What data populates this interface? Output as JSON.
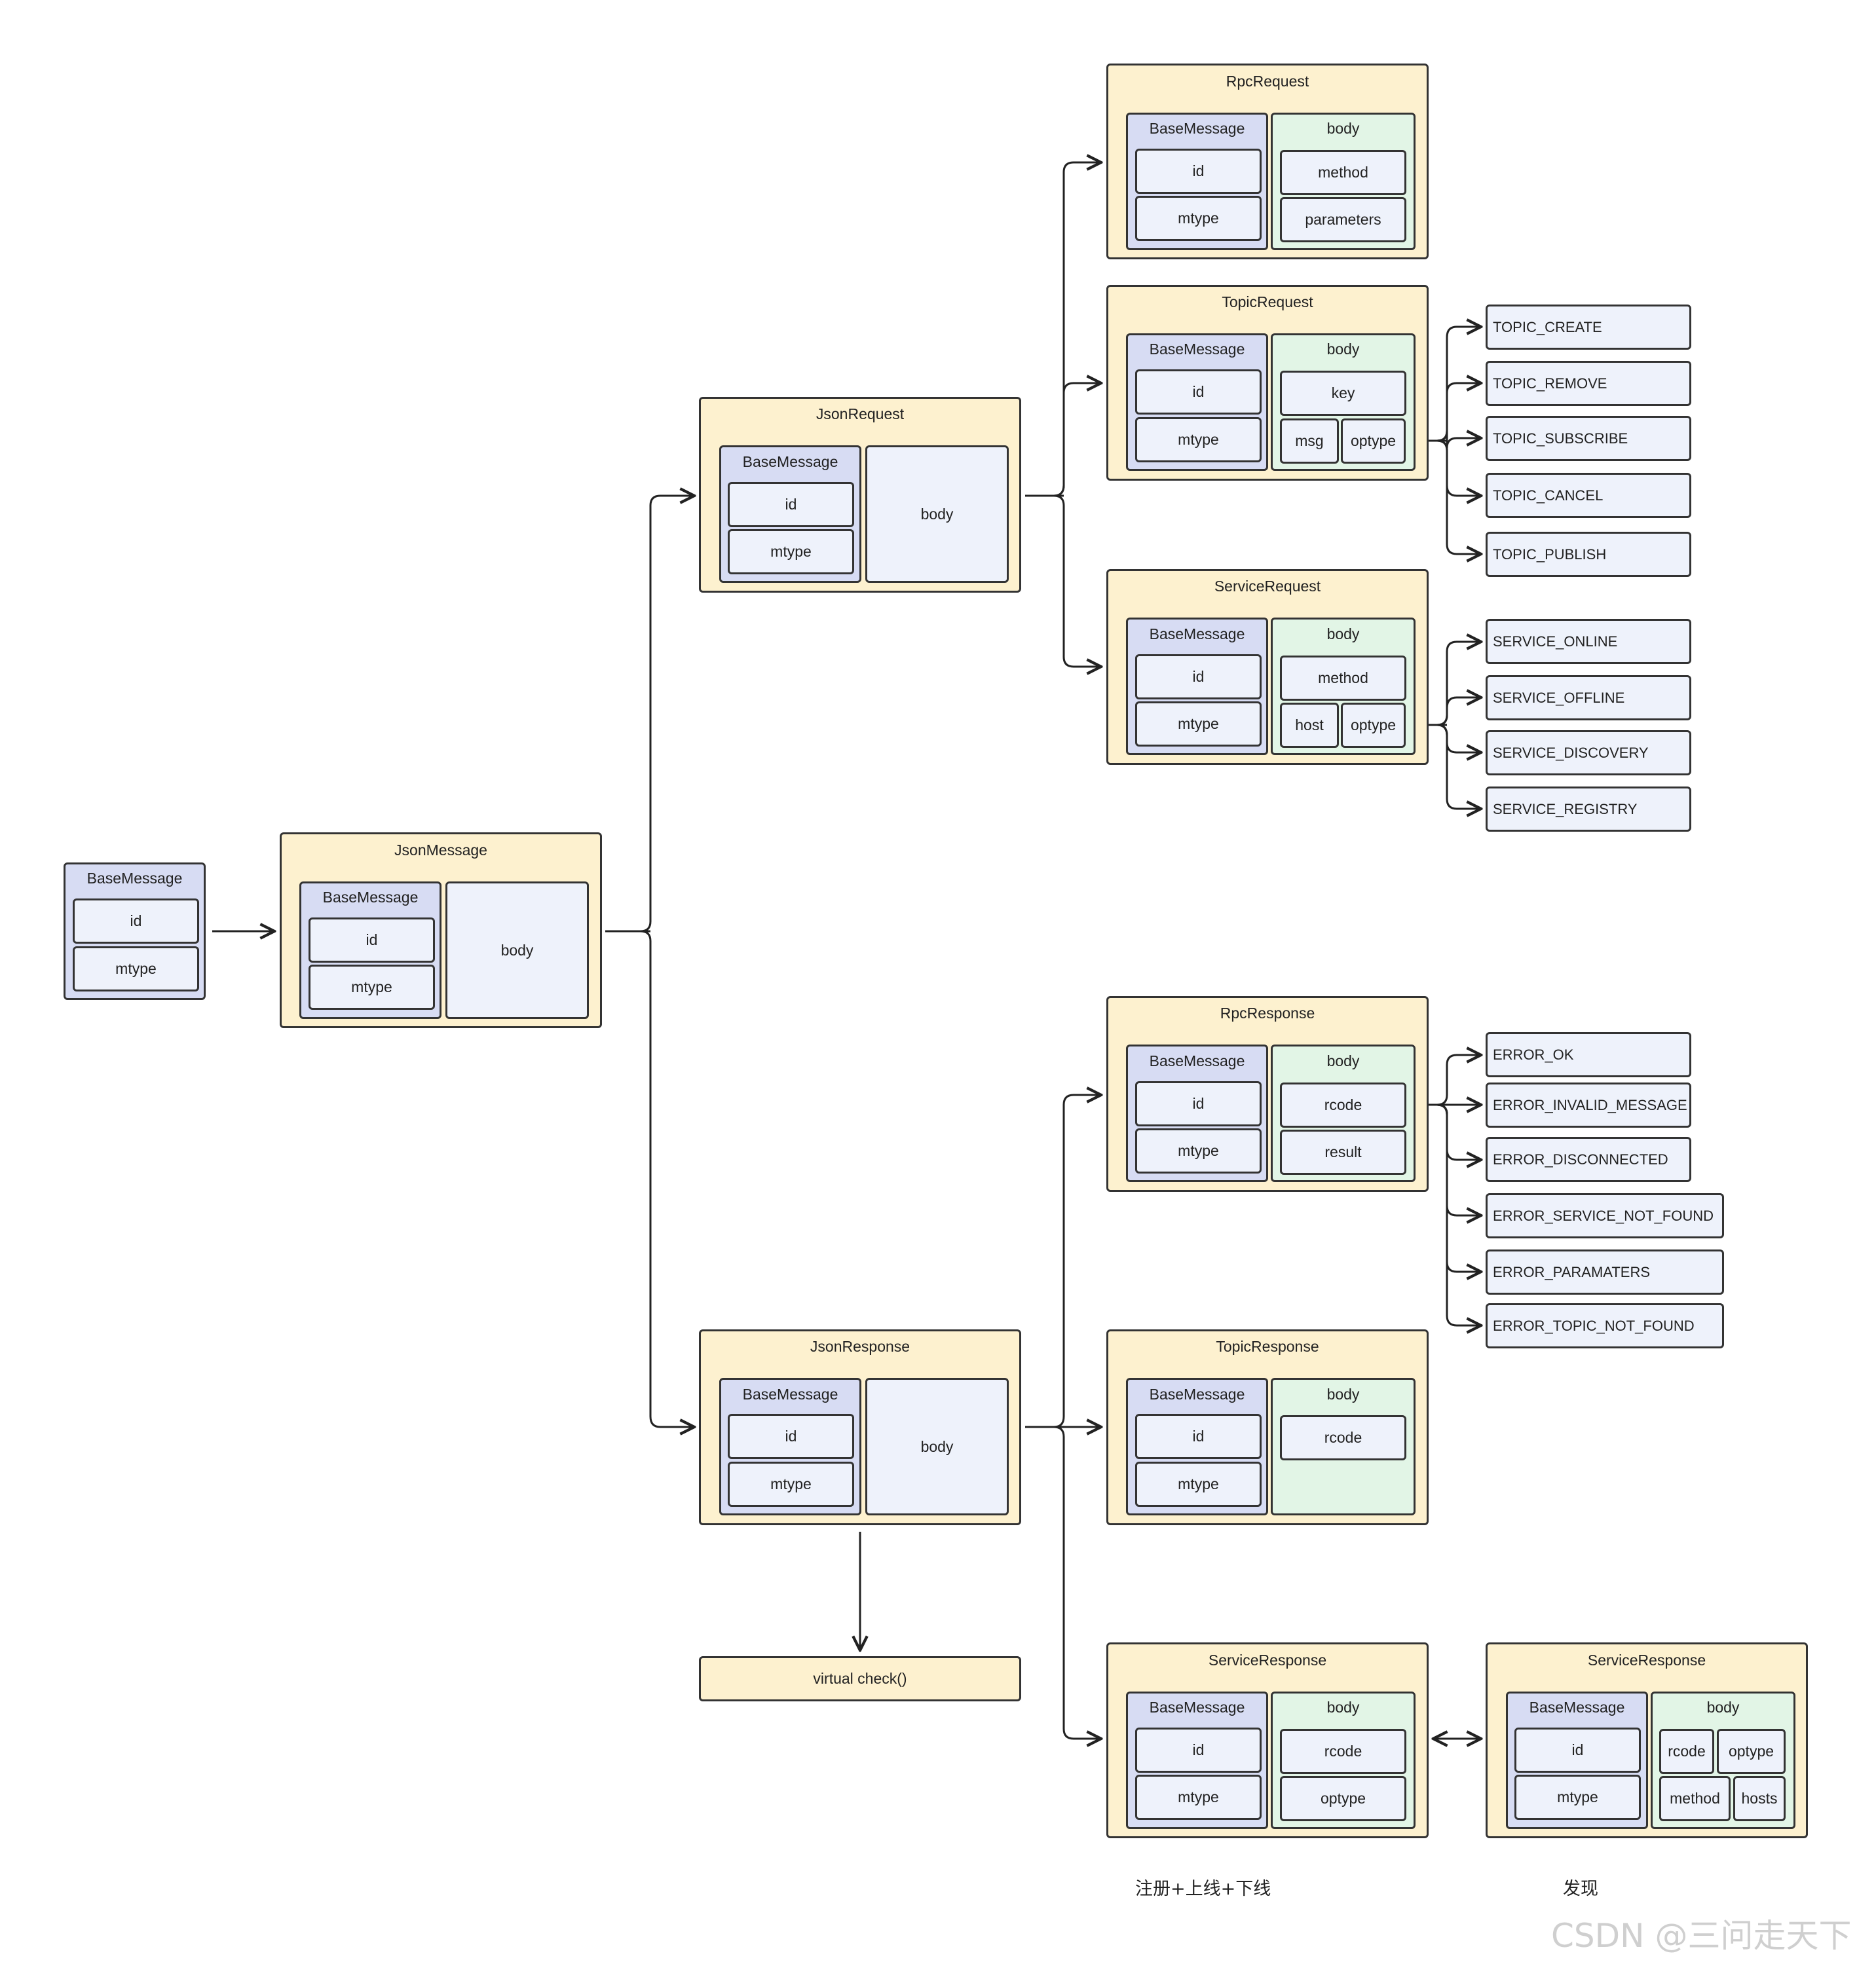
{
  "base_message": {
    "title": "BaseMessage",
    "id": "id",
    "mtype": "mtype"
  },
  "json_message": {
    "title": "JsonMessage",
    "base": "BaseMessage",
    "id": "id",
    "mtype": "mtype",
    "body": "body"
  },
  "json_request": {
    "title": "JsonRequest",
    "base": "BaseMessage",
    "id": "id",
    "mtype": "mtype",
    "body": "body"
  },
  "json_response": {
    "title": "JsonResponse",
    "base": "BaseMessage",
    "id": "id",
    "mtype": "mtype",
    "body": "body"
  },
  "virtual_check": "virtual check()",
  "rpc_request": {
    "title": "RpcRequest",
    "base": "BaseMessage",
    "id": "id",
    "mtype": "mtype",
    "body": "body",
    "f1": "method",
    "f2": "parameters"
  },
  "topic_request": {
    "title": "TopicRequest",
    "base": "BaseMessage",
    "id": "id",
    "mtype": "mtype",
    "body": "body",
    "f1": "key",
    "f2": "msg",
    "f3": "optype"
  },
  "service_request": {
    "title": "ServiceRequest",
    "base": "BaseMessage",
    "id": "id",
    "mtype": "mtype",
    "body": "body",
    "f1": "method",
    "f2": "host",
    "f3": "optype"
  },
  "rpc_response": {
    "title": "RpcResponse",
    "base": "BaseMessage",
    "id": "id",
    "mtype": "mtype",
    "body": "body",
    "f1": "rcode",
    "f2": "result"
  },
  "topic_response": {
    "title": "TopicResponse",
    "base": "BaseMessage",
    "id": "id",
    "mtype": "mtype",
    "body": "body",
    "f1": "rcode"
  },
  "service_response": {
    "title": "ServiceResponse",
    "base": "BaseMessage",
    "id": "id",
    "mtype": "mtype",
    "body": "body",
    "f1": "rcode",
    "f2": "optype"
  },
  "service_response_discover": {
    "title": "ServiceResponse",
    "base": "BaseMessage",
    "id": "id",
    "mtype": "mtype",
    "body": "body",
    "f1": "rcode",
    "f2": "optype",
    "f3": "method",
    "f4": "hosts"
  },
  "topic_optypes": [
    "TOPIC_CREATE",
    "TOPIC_REMOVE",
    "TOPIC_SUBSCRIBE",
    "TOPIC_CANCEL",
    "TOPIC_PUBLISH"
  ],
  "service_optypes": [
    "SERVICE_ONLINE",
    "SERVICE_OFFLINE",
    "SERVICE_DISCOVERY",
    "SERVICE_REGISTRY"
  ],
  "rcodes": [
    "ERROR_OK",
    "ERROR_INVALID_MESSAGE",
    "ERROR_DISCONNECTED",
    "ERROR_SERVICE_NOT_FOUND",
    "ERROR_PARAMATERS",
    "ERROR_TOPIC_NOT_FOUND"
  ],
  "captions": {
    "register": "注册+上线+下线",
    "discover": "发现"
  },
  "watermark": "CSDN @三问走天下",
  "colors": {
    "outer": "#fdf1cf",
    "base_message": "#d7dcf3",
    "body_green": "#e2f5e6",
    "field": "#eef2fb",
    "line": "#222222"
  }
}
